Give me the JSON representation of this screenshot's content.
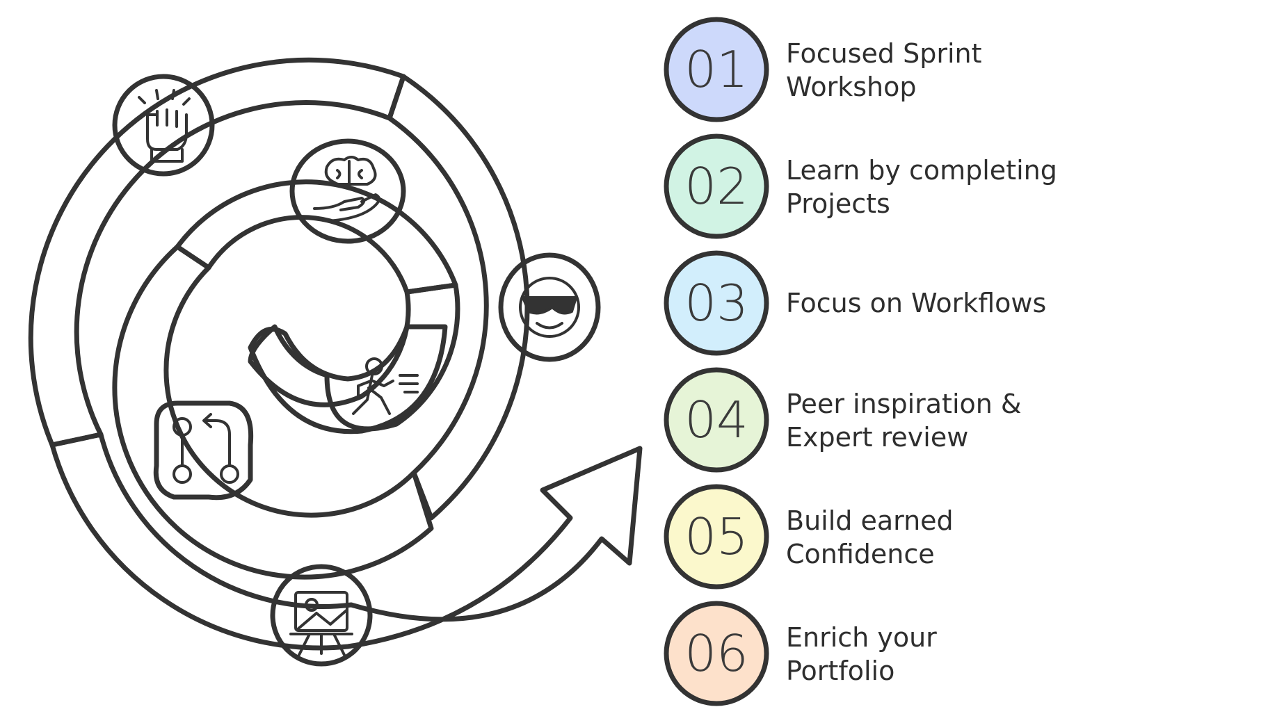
{
  "steps": [
    {
      "number": "01",
      "line1": "Focused Sprint",
      "line2": "Workshop",
      "color": "#cdd9fb",
      "icon": "fist-icon"
    },
    {
      "number": "02",
      "line1": "Learn by completing",
      "line2": "Projects",
      "color": "#d1f3e4",
      "icon": "brain-hand-icon"
    },
    {
      "number": "03",
      "line1": "Focus on Workflows",
      "line2": "",
      "color": "#d2eefc",
      "icon": "workflow-icon"
    },
    {
      "number": "04",
      "line1": "Peer inspiration &",
      "line2": "Expert review",
      "color": "#e6f4d7",
      "icon": "cool-face-icon"
    },
    {
      "number": "05",
      "line1": "Build earned",
      "line2": "Confidence",
      "color": "#fbf8cc",
      "icon": "presentation-easel-icon"
    },
    {
      "number": "06",
      "line1": "Enrich your",
      "line2": "Portfolio",
      "color": "#fde1cb",
      "icon": "runner-icon"
    }
  ],
  "palette": {
    "ink": "#333333",
    "yellow": "#fbf8cc",
    "green": "#e6f4d7",
    "mint": "#d1f3e4",
    "blue": "#cdd9fb",
    "sky": "#d2eefc",
    "peach": "#fde1cb"
  }
}
